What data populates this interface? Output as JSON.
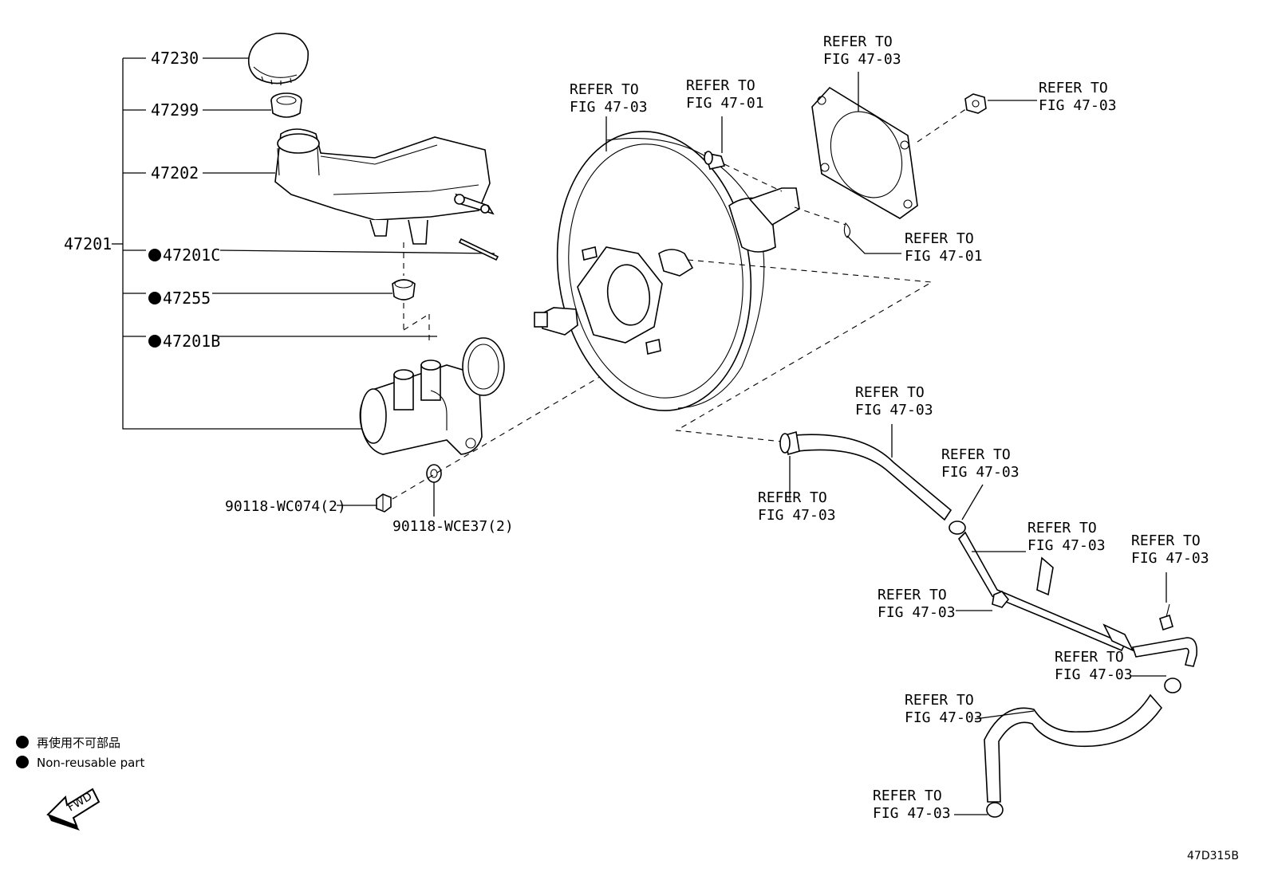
{
  "figure_id": "47D315B",
  "legend": {
    "marker": "●",
    "japanese": "再使用不可部品",
    "english": "Non-reusable part",
    "direction": "FWD"
  },
  "parts": {
    "p47230": "47230",
    "p47299": "47299",
    "p47202": "47202",
    "p47201": "47201",
    "p47201C": "47201C",
    "p47255": "47255",
    "p47201B": "47201B",
    "nut": "90118-WC074(2)",
    "washer": "90118-WCE37(2)"
  },
  "refs": {
    "ref_word": "REFER TO",
    "fig_47_03": "FIG 47-03",
    "fig_47_01": "FIG 47-01"
  }
}
